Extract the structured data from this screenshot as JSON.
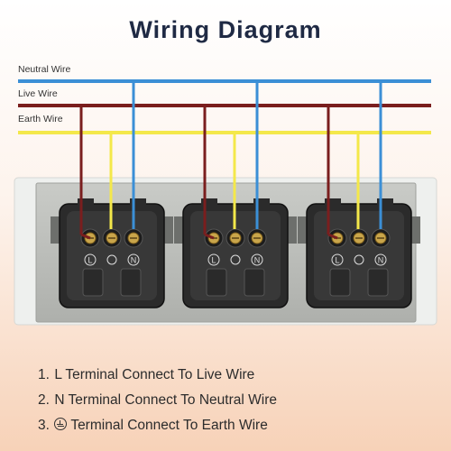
{
  "title": "Wiring Diagram",
  "wires": {
    "neutral": {
      "label": "Neutral Wire",
      "color": "#3b8fd6"
    },
    "live": {
      "label": "Live Wire",
      "color": "#7a1e1e"
    },
    "earth": {
      "label": "Earth Wire",
      "color": "#f4e84a"
    }
  },
  "socket_count": 3,
  "socket_labels": {
    "live": "L",
    "neutral": "N"
  },
  "steps": [
    {
      "num": "1.",
      "text": "L Terminal Connect To Live Wire"
    },
    {
      "num": "2.",
      "text": "N Terminal Connect To Neutral Wire"
    },
    {
      "num": "3.",
      "text": "Terminal Connect To Earth Wire",
      "icon": "earth-ground-icon"
    }
  ]
}
